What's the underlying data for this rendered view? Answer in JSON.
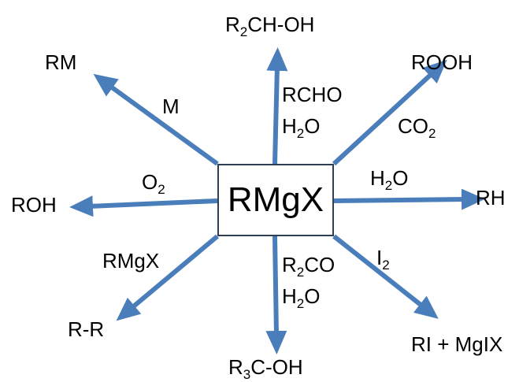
{
  "center": "RMgX",
  "arrow_color": "#4a7ebb",
  "box_border_color": "#2e3f53",
  "products": {
    "up": {
      "a": "R",
      "sub": "2",
      "b": "CH-OH"
    },
    "upper_left": "RM",
    "upper_right": "ROOH",
    "left": "ROH",
    "right": "RH",
    "lower_left": "R-R",
    "down": {
      "a": "R",
      "sub": "3",
      "b": "C-OH"
    },
    "lower_right": "RI + MgIX"
  },
  "reagents": {
    "up": {
      "line1": "RCHO",
      "line2": {
        "a": "H",
        "sub": "2",
        "b": "O"
      }
    },
    "upper_left": "M",
    "upper_right": {
      "a": "CO",
      "sub": "2"
    },
    "left": {
      "a": "O",
      "sub": "2"
    },
    "right": {
      "a": "H",
      "sub": "2",
      "b": "O"
    },
    "lower_left": "RMgX",
    "down": {
      "line1": {
        "a": "R",
        "sub": "2",
        "b": "CO"
      },
      "line2": {
        "a": "H",
        "sub": "2",
        "b": "O"
      }
    },
    "lower_right": {
      "a": "I",
      "sub": "2"
    }
  }
}
